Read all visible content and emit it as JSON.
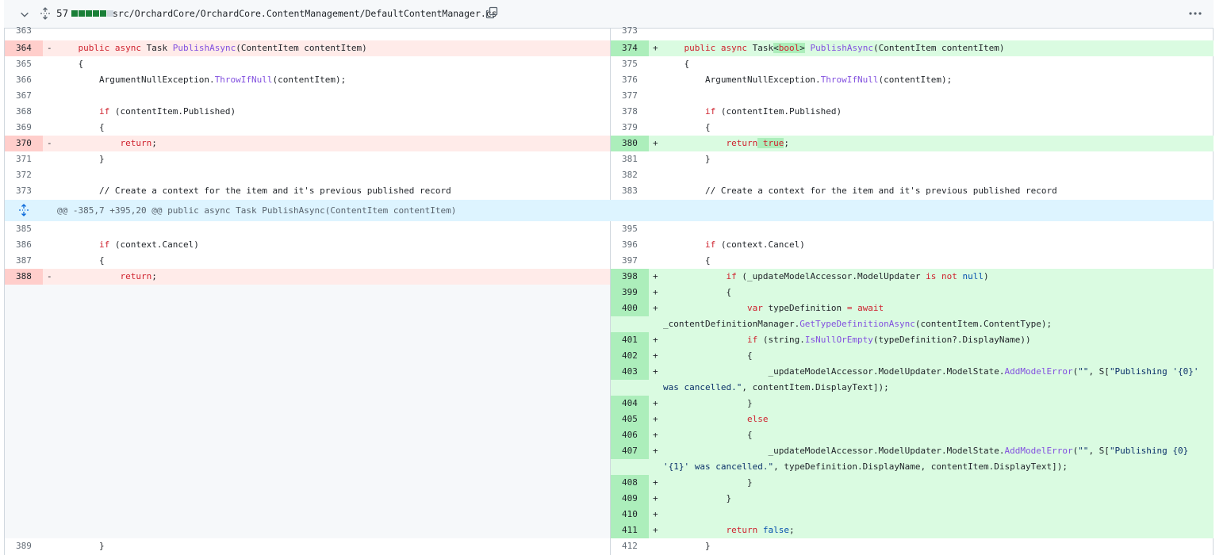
{
  "header": {
    "changes_count": "57",
    "diffstat": [
      "#1a7f37",
      "#1a7f37",
      "#1a7f37",
      "#1a7f37",
      "#1a7f37",
      "#d0d7de"
    ],
    "file_path": "src/OrchardCore/OrchardCore.ContentManagement/DefaultContentManager.cs",
    "icons": [
      "chevron-down-icon",
      "unfold-icon",
      "copy-icon",
      "kebab-horizontal-icon"
    ]
  },
  "hunk": {
    "text": "@@ -385,7 +395,20 @@ public async Task PublishAsync(ContentItem contentItem)",
    "icon": "unfold-icon"
  },
  "left": {
    "rows": [
      {
        "num": "363",
        "sign": "",
        "code": ""
      },
      {
        "num": "364",
        "sign": "-",
        "code": "    public async Task PublishAsync(ContentItem contentItem)"
      },
      {
        "num": "365",
        "sign": "",
        "code": "    {"
      },
      {
        "num": "366",
        "sign": "",
        "code": "        ArgumentNullException.ThrowIfNull(contentItem);"
      },
      {
        "num": "367",
        "sign": "",
        "code": ""
      },
      {
        "num": "368",
        "sign": "",
        "code": "        if (contentItem.Published)"
      },
      {
        "num": "369",
        "sign": "",
        "code": "        {"
      },
      {
        "num": "370",
        "sign": "-",
        "code": "            return;"
      },
      {
        "num": "371",
        "sign": "",
        "code": "        }"
      },
      {
        "num": "372",
        "sign": "",
        "code": ""
      },
      {
        "num": "373",
        "sign": "",
        "code": "        // Create a context for the item and it's previous published record"
      },
      {
        "num": "385",
        "sign": "",
        "code": ""
      },
      {
        "num": "386",
        "sign": "",
        "code": "        if (context.Cancel)"
      },
      {
        "num": "387",
        "sign": "",
        "code": "        {"
      },
      {
        "num": "388",
        "sign": "-",
        "code": "            return;"
      },
      {
        "num": "389",
        "sign": "",
        "code": "        }"
      }
    ]
  },
  "right": {
    "rows": [
      {
        "num": "373",
        "sign": "",
        "code": ""
      },
      {
        "num": "374",
        "sign": "+",
        "code": "    public async Task<bool> PublishAsync(ContentItem contentItem)"
      },
      {
        "num": "375",
        "sign": "",
        "code": "    {"
      },
      {
        "num": "376",
        "sign": "",
        "code": "        ArgumentNullException.ThrowIfNull(contentItem);"
      },
      {
        "num": "377",
        "sign": "",
        "code": ""
      },
      {
        "num": "378",
        "sign": "",
        "code": "        if (contentItem.Published)"
      },
      {
        "num": "379",
        "sign": "",
        "code": "        {"
      },
      {
        "num": "380",
        "sign": "+",
        "code": "            return true;"
      },
      {
        "num": "381",
        "sign": "",
        "code": "        }"
      },
      {
        "num": "382",
        "sign": "",
        "code": ""
      },
      {
        "num": "383",
        "sign": "",
        "code": "        // Create a context for the item and it's previous published record"
      },
      {
        "num": "395",
        "sign": "",
        "code": ""
      },
      {
        "num": "396",
        "sign": "",
        "code": "        if (context.Cancel)"
      },
      {
        "num": "397",
        "sign": "",
        "code": "        {"
      },
      {
        "num": "398",
        "sign": "+",
        "code": "            if (_updateModelAccessor.ModelUpdater is not null)"
      },
      {
        "num": "399",
        "sign": "+",
        "code": "            {"
      },
      {
        "num": "400",
        "sign": "+",
        "code": "                var typeDefinition = await _contentDefinitionManager.GetTypeDefinitionAsync(contentItem.ContentType);"
      },
      {
        "num": "401",
        "sign": "+",
        "code": "                if (string.IsNullOrEmpty(typeDefinition?.DisplayName))"
      },
      {
        "num": "402",
        "sign": "+",
        "code": "                {"
      },
      {
        "num": "403",
        "sign": "+",
        "code": "                    _updateModelAccessor.ModelUpdater.ModelState.AddModelError(\"\", S[\"Publishing '{0}' was cancelled.\", contentItem.DisplayText]);"
      },
      {
        "num": "404",
        "sign": "+",
        "code": "                }"
      },
      {
        "num": "405",
        "sign": "+",
        "code": "                else"
      },
      {
        "num": "406",
        "sign": "+",
        "code": "                {"
      },
      {
        "num": "407",
        "sign": "+",
        "code": "                    _updateModelAccessor.ModelUpdater.ModelState.AddModelError(\"\", S[\"Publishing {0} '{1}' was cancelled.\", typeDefinition.DisplayName, contentItem.DisplayText]);"
      },
      {
        "num": "408",
        "sign": "+",
        "code": "                }"
      },
      {
        "num": "409",
        "sign": "+",
        "code": "            }"
      },
      {
        "num": "410",
        "sign": "+",
        "code": ""
      },
      {
        "num": "411",
        "sign": "+",
        "code": "            return false;"
      },
      {
        "num": "412",
        "sign": "",
        "code": "        }"
      }
    ]
  },
  "colors": {
    "deletion_bg": "#ffebe9",
    "deletion_num_bg": "#ffcecb",
    "addition_bg": "#dafbe1",
    "addition_num_bg": "#aceebb",
    "hunk_bg": "#ddf4ff",
    "keyword": "#cf222e",
    "method": "#8250df",
    "string": "#0a3069"
  }
}
